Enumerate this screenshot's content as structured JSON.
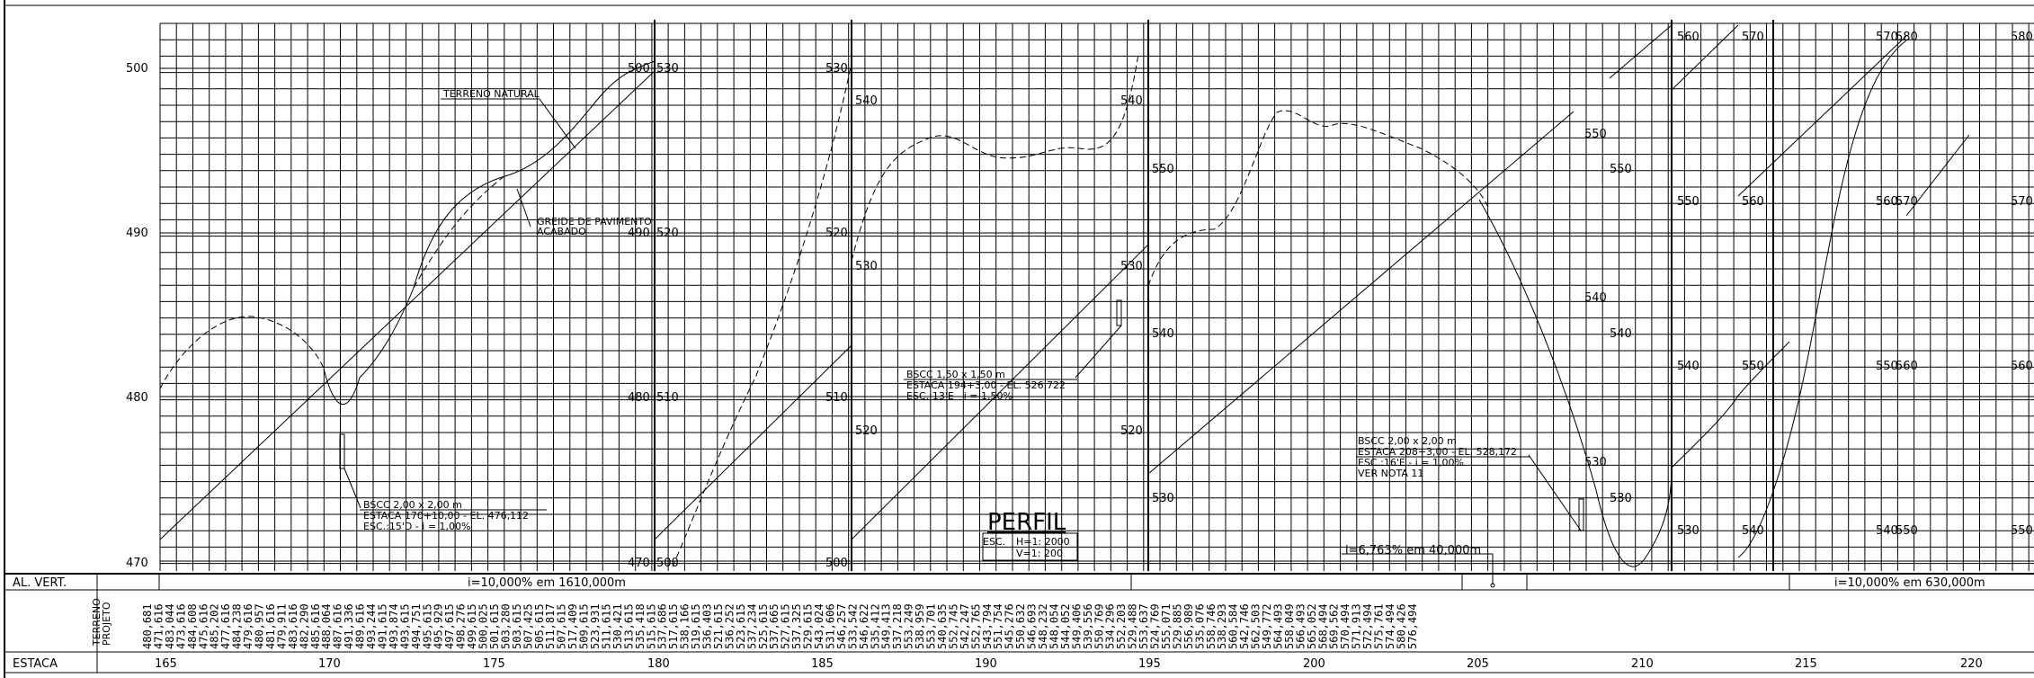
{
  "title": {
    "text": "PERFIL",
    "esc": "ESC.",
    "h": "H=1: 2000",
    "v": "V=1: 200"
  },
  "elev_labels": [
    {
      "text": "500"
    },
    {
      "text": "490"
    },
    {
      "text": "480"
    },
    {
      "text": "470"
    },
    {
      "text": "500"
    },
    {
      "text": "530"
    },
    {
      "text": "490"
    },
    {
      "text": "520"
    },
    {
      "text": "480"
    },
    {
      "text": "510"
    },
    {
      "text": "470"
    },
    {
      "text": "500"
    },
    {
      "text": "530"
    },
    {
      "text": "540"
    },
    {
      "text": "520"
    },
    {
      "text": "530"
    },
    {
      "text": "510"
    },
    {
      "text": "520"
    },
    {
      "text": "500"
    },
    {
      "text": "540"
    },
    {
      "text": "550"
    },
    {
      "text": "530"
    },
    {
      "text": "540"
    },
    {
      "text": "520"
    },
    {
      "text": "530"
    },
    {
      "text": "550"
    },
    {
      "text": "550"
    },
    {
      "text": "540"
    },
    {
      "text": "540"
    },
    {
      "text": "530"
    },
    {
      "text": "530"
    },
    {
      "text": "560"
    },
    {
      "text": "570"
    },
    {
      "text": "550"
    },
    {
      "text": "560"
    },
    {
      "text": "540"
    },
    {
      "text": "550"
    },
    {
      "text": "530"
    },
    {
      "text": "540"
    },
    {
      "text": "570"
    },
    {
      "text": "580"
    },
    {
      "text": "560"
    },
    {
      "text": "570"
    },
    {
      "text": "550"
    },
    {
      "text": "560"
    },
    {
      "text": "540"
    },
    {
      "text": "550"
    },
    {
      "text": "580"
    },
    {
      "text": "570"
    },
    {
      "text": "560"
    },
    {
      "text": "550"
    }
  ],
  "callouts": {
    "terreno": "TERRENO NATURAL",
    "greide1": "GREIDE DE PAVIMENTO",
    "greide2": "ACABADO",
    "b1": [
      "BSCC 2,00 x 2,00 m",
      "ESTACA 170+10,00 - EL. 476,112",
      "ESC.:15'D - i = 1,00%"
    ],
    "b2": [
      "BSCC 1,50 x 1,50 m",
      "ESTACA 194+3,00 - EL. 526,722",
      "ESC.:13'E - i = 1,50%"
    ],
    "b3": [
      "BSCC 2,00 x 2,00 m",
      "ESTACA 208+3,00 - EL. 528,172",
      "ESC.:16'E - i = 1,00%",
      "VER NOTA 11"
    ]
  },
  "table": {
    "row_al_vert": "AL. VERT.",
    "row_terreno": "TERRENO",
    "row_projeto": "PROJETO",
    "row_estaca": "ESTACA",
    "grades": [
      "i=10,000% em 1610,000m",
      "i=6,763% em 40,000m",
      "i=10,000% em 630,000m"
    ],
    "estaca_labels": [
      "165",
      "170",
      "175",
      "180",
      "185",
      "190",
      "195",
      "200",
      "205",
      "210",
      "215",
      "220"
    ],
    "values": [
      "480,681",
      "471,616",
      "483,044",
      "473,616",
      "484,608",
      "475,616",
      "485,202",
      "477,616",
      "484,238",
      "479,616",
      "480,957",
      "481,616",
      "479,911",
      "483,616",
      "482,290",
      "485,616",
      "488,064",
      "487,616",
      "491,336",
      "489,616",
      "493,244",
      "491,615",
      "493,874",
      "493,615",
      "494,751",
      "495,615",
      "495,929",
      "497,615",
      "498,276",
      "499,615",
      "500,025",
      "501,615",
      "503,280",
      "503,615",
      "507,425",
      "505,615",
      "511,817",
      "507,615",
      "517,409",
      "509,615",
      "523,931",
      "511,615",
      "530,421",
      "513,615",
      "535,418",
      "515,615",
      "537,686",
      "517,615",
      "538,166",
      "519,615",
      "536,403",
      "521,615",
      "536,252",
      "523,615",
      "537,234",
      "525,615",
      "537,665",
      "527,615",
      "537,325",
      "529,615",
      "543,024",
      "531,606",
      "546,257",
      "533,542",
      "546,622",
      "535,412",
      "549,413",
      "537,218",
      "553,249",
      "538,959",
      "553,701",
      "540,635",
      "552,745",
      "542,247",
      "552,765",
      "543,794",
      "551,754",
      "545,276",
      "550,632",
      "546,693",
      "548,232",
      "548,054",
      "544,052",
      "549,406",
      "539,556",
      "550,769",
      "534,296",
      "552,203",
      "529,488",
      "553,637",
      "524,769",
      "555,071",
      "529,885",
      "556,989",
      "535,076",
      "558,746",
      "538,293",
      "560,584",
      "542,746",
      "562,503",
      "549,772",
      "564,493",
      "558,049",
      "566,493",
      "565,052",
      "568,494",
      "569,562",
      "570,494",
      "571,913",
      "572,494",
      "575,761",
      "574,494",
      "580,426",
      "576,494"
    ]
  }
}
